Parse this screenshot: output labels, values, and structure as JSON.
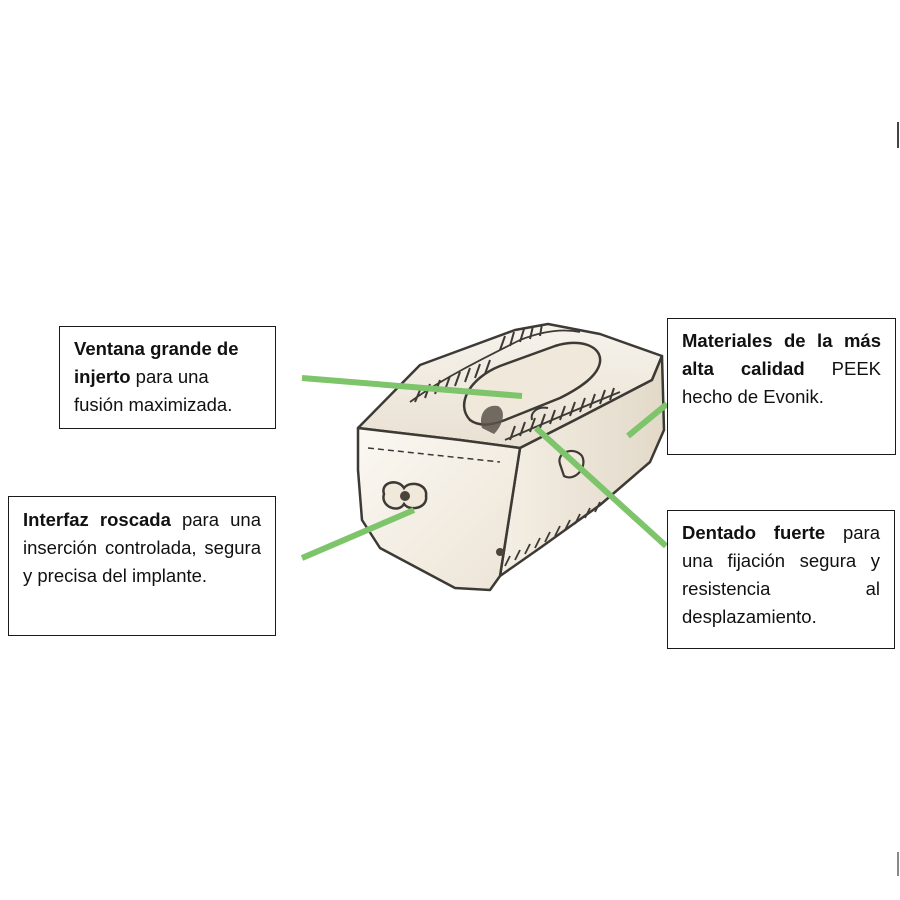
{
  "colors": {
    "leader_line": "#7dc46a",
    "box_border": "#1a1a1a",
    "implant_body": "#f3eee4",
    "implant_outline": "#3d3a36"
  },
  "illustration": {
    "name": "spinal-cage-implant-illustration"
  },
  "callouts": {
    "ventana": {
      "bold": "Ventana grande de injerto",
      "text": " para una fusión maximizada."
    },
    "interfaz": {
      "bold": "Interfaz roscada",
      "text": " para una inserción controlada, segura y precisa del implante."
    },
    "materiales": {
      "bold": "Materiales de la más alta calidad",
      "text": " PEEK hecho de Evonik."
    },
    "dentado": {
      "bold": "Dentado fuerte",
      "text": " para una fijación segura y resistencia al desplazamiento."
    }
  }
}
